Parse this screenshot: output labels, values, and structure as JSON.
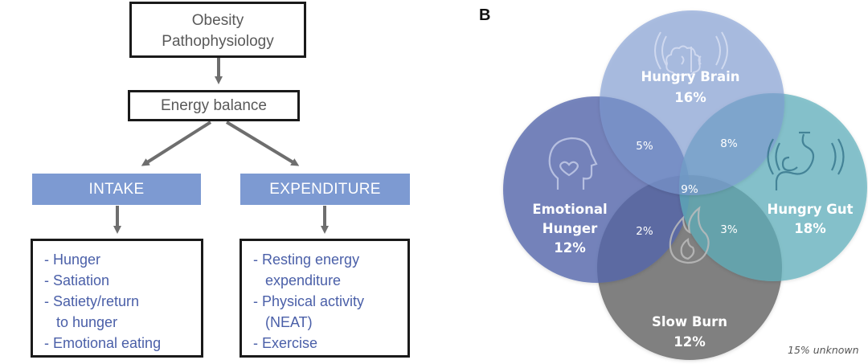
{
  "panel_a": {
    "top_box": {
      "line1": "Obesity",
      "line2": "Pathophysiology"
    },
    "energy_box": "Energy balance",
    "intake": {
      "label": "INTAKE",
      "items": [
        "- Hunger",
        "- Satiation",
        "- Satiety/return",
        "   to hunger",
        "- Emotional eating"
      ]
    },
    "expenditure": {
      "label": "EXPENDITURE",
      "items": [
        "- Resting energy",
        "   expenditure",
        "- Physical activity",
        "   (NEAT)",
        "- Exercise"
      ]
    }
  },
  "panel_b": {
    "label": "B",
    "circles": [
      {
        "name": "Hungry Brain",
        "percent": "16%",
        "color": "#7e9bd3",
        "icon": "brain-icon"
      },
      {
        "name": "Hungry Gut",
        "percent": "18%",
        "color": "#5fb0bc",
        "icon": "stomach-icon"
      },
      {
        "name_line1": "Emotional",
        "name_line2": "Hunger",
        "percent": "12%",
        "color": "#5467ad",
        "icon": "head-heart-icon"
      },
      {
        "name": "Slow Burn",
        "percent": "12%",
        "color": "#727272",
        "icon": "flame-icon"
      }
    ],
    "overlaps": {
      "brain_emotional": "5%",
      "brain_gut": "8%",
      "center": "9%",
      "emotional_slow": "2%",
      "gut_slow": "3%"
    },
    "footnote": "15% unknown"
  }
}
